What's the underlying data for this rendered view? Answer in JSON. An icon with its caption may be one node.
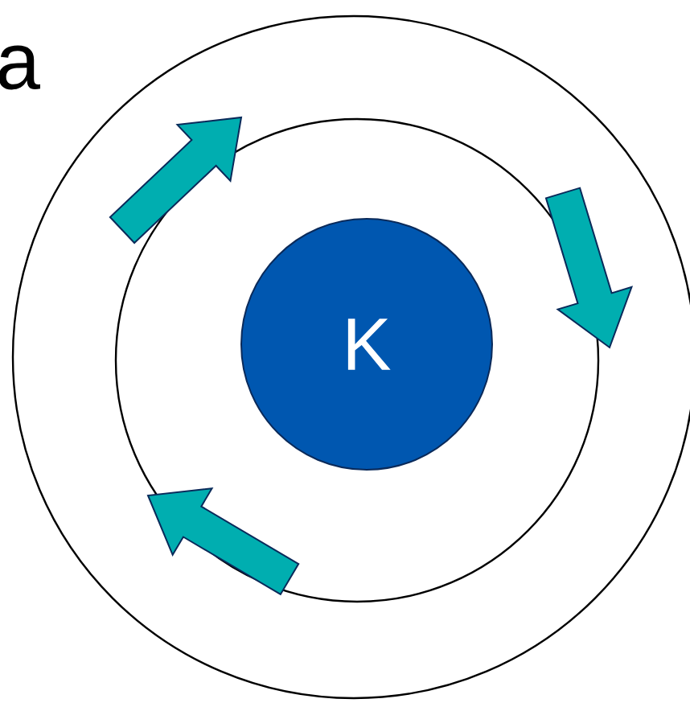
{
  "diagram": {
    "nodes": [
      {
        "text": [],
        "shape": "circle"
      },
      {
        "text": [],
        "shape": "circle",
        "in": 0
      },
      {
        "text": [
          "K"
        ],
        "in": 1
      }
    ],
    "labels": [
      "a"
    ]
  }
}
